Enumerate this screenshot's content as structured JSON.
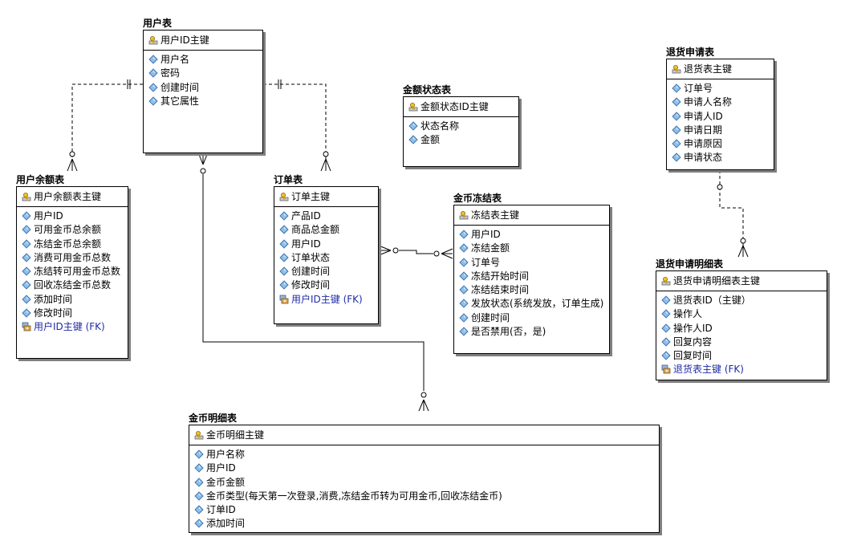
{
  "entities": {
    "user": {
      "title": "用户表",
      "pk": "用户ID主键",
      "attrs": [
        "用户名",
        "密码",
        "创建时间",
        "其它属性"
      ]
    },
    "balance": {
      "title": "用户余额表",
      "pk": "用户余额表主键",
      "attrs": [
        "用户ID",
        "可用金币总余额",
        "冻结金币总余额",
        "消费可用金币总数",
        "冻结转可用金币总数",
        "回收冻结金币总数",
        "添加时间",
        "修改时间"
      ],
      "fk": "用户ID主键 (FK)"
    },
    "amount_status": {
      "title": "金额状态表",
      "pk": "金额状态ID主键",
      "attrs": [
        "状态名称",
        "金额"
      ]
    },
    "order": {
      "title": "订单表",
      "pk": "订单主键",
      "attrs": [
        "产品ID",
        "商品总金额",
        "用户ID",
        "订单状态",
        "创建时间",
        "修改时间"
      ],
      "fk": "用户ID主键 (FK)"
    },
    "freeze": {
      "title": "金币冻结表",
      "pk": "冻结表主键",
      "attrs": [
        "用户ID",
        "冻结金额",
        "订单号",
        "冻结开始时间",
        "冻结结束时间",
        "发放状态(系统发放，订单生成)",
        "创建时间",
        "是否禁用(否，是)"
      ]
    },
    "refund": {
      "title": "退货申请表",
      "pk": "退货表主键",
      "attrs": [
        "订单号",
        "申请人名称",
        "申请人ID",
        "申请日期",
        "申请原因",
        "申请状态"
      ]
    },
    "refund_detail": {
      "title": "退货申请明细表",
      "pk": "退货申请明细表主键",
      "attrs": [
        "退货表ID（主键）",
        "操作人",
        "操作人ID",
        "回复内容",
        "回复时间"
      ],
      "fk": "退货表主键 (FK)"
    },
    "coin_detail": {
      "title": "金币明细表",
      "pk": "金币明细主键",
      "attrs": [
        "用户名称",
        "用户ID",
        "金币金额",
        "金币类型(每天第一次登录,消费,冻结金币转为可用金币,回收冻结金币)",
        "订单ID",
        "添加时间"
      ]
    }
  },
  "icons": {
    "pk": "key-icon",
    "attr": "diamond-icon",
    "fk": "foreign-key-icon"
  },
  "colors": {
    "fk_text": "#1f2aa6",
    "line": "#000000",
    "shadow": "#7f7f7f"
  }
}
